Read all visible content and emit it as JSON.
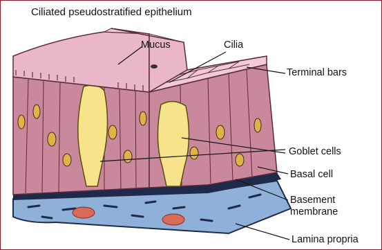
{
  "title": "Ciliated pseudostratified epithelium",
  "labels": {
    "mucus": "Mucus",
    "cilia": "Cilia",
    "terminal_bars": "Terminal bars",
    "goblet_cells": "Goblet cells",
    "basal_cell": "Basal cell",
    "basement_membrane_line1": "Basement",
    "basement_membrane_line2": "membrane",
    "lamina_propria": "Lamina propria"
  },
  "colors": {
    "frame": "#8a1a2a",
    "mucus": "#eab7c8",
    "cell": "#c9889c",
    "cell_top": "#f2c9d6",
    "goblet": "#f7e38a",
    "nucleus": "#e0b24a",
    "basement": "#1f2a4a",
    "lamina": "#8fb0d8",
    "blood_cell": "#d96a5a"
  }
}
